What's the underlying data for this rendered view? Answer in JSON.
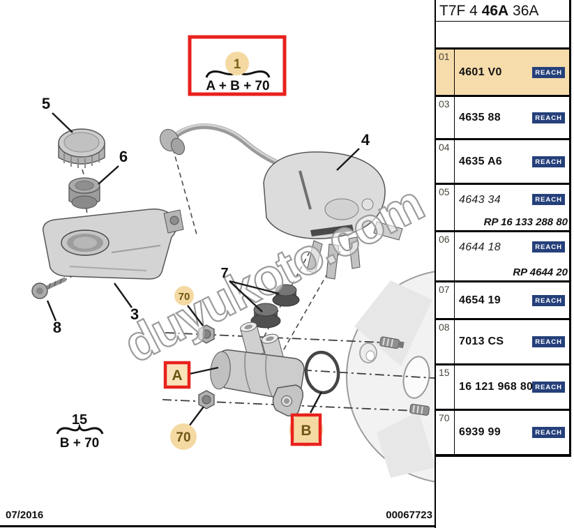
{
  "header": {
    "title_prefix": "T7F 4 ",
    "title_bold": "46A",
    "title_suffix": " 36A"
  },
  "table": {
    "reach_label": "REACH",
    "rows": [
      {
        "num": "01",
        "part": "4601 V0",
        "highlighted": true
      },
      {
        "num": "03",
        "part": "4635 88"
      },
      {
        "num": "04",
        "part": "4635 A6"
      },
      {
        "num": "05",
        "part": "4643 34",
        "italic": true,
        "rp": "RP 16 133 288 80"
      },
      {
        "num": "06",
        "part": "4644 18",
        "italic": true,
        "rp": "RP 4644 20"
      },
      {
        "num": "07",
        "part": "4654 19"
      },
      {
        "num": "08",
        "part": "7013 CS"
      },
      {
        "num": "15",
        "part": "16 121 968 80"
      },
      {
        "num": "70",
        "part": "6939 99"
      }
    ]
  },
  "footer": {
    "date": "07/2016",
    "doc_number": "00067723"
  },
  "diagram": {
    "watermark": "duyukoto.com",
    "labels": {
      "cap": "5",
      "seal": "6",
      "reservoir": "3",
      "screw": "8",
      "hose_reservoir": "4",
      "grommets": "7",
      "nut": "70"
    },
    "callouts": {
      "a": "A",
      "b": "B"
    },
    "assembly_1": {
      "number": "1",
      "formula": "A + B + 70"
    },
    "assembly_15": {
      "number": "15",
      "formula": "B + 70"
    }
  },
  "colors": {
    "highlight_row": "#f6dcab",
    "reach_badge": "#25407a",
    "callout_red": "#e8211d",
    "callout_tan": "#f5d9a2",
    "callout_text_brown": "#6b5513"
  }
}
